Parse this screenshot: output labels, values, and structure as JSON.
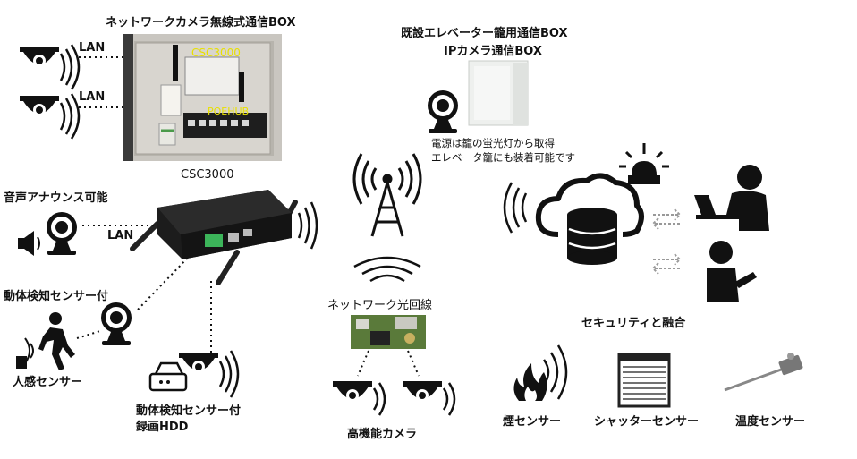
{
  "labels": {
    "network_camera_box_title": "ネットワークカメラ無線式通信BOX",
    "lan_1": "LAN",
    "lan_2": "LAN",
    "lan_3": "LAN",
    "box_csc": "CSC3000",
    "box_poehub": "POEHUB",
    "csc3000_caption": "CSC3000",
    "audio_announce": "音声アナウンス可能",
    "motion_sensor": "動体検知センサー付",
    "human_sensor": "人感センサー",
    "motion_hdd_line1": "動体検知センサー付",
    "motion_hdd_line2": "録画HDD",
    "elevator_box_line1": "既設エレベーター籠用通信BOX",
    "elevator_box_line2": "IPカメラ通信BOX",
    "power_note_line1": "電源は籠の蛍光灯から取得",
    "power_note_line2": "エレベータ籠にも装着可能です",
    "network_optical": "ネットワーク光回線",
    "high_perf_camera": "高機能カメラ",
    "security_fusion": "セキュリティと融合",
    "smoke_sensor": "煙センサー",
    "shutter_sensor": "シャッターセンサー",
    "temp_sensor": "温度センサー"
  },
  "icons": [
    "dome-camera-icon",
    "webcam-icon",
    "speaker-icon",
    "running-person-icon",
    "hdd-icon",
    "antenna-tower-icon",
    "cloud-database-icon",
    "alarm-light-icon",
    "person-laptop-icon",
    "person-tablet-icon",
    "fire-icon",
    "shutter-icon",
    "thermometer-probe-icon",
    "wifi-waves-icon"
  ],
  "colors": {
    "accent_yellow": "#e8e000",
    "device_dark": "#1c1c1c",
    "pcb_green": "#5a7a3a"
  }
}
